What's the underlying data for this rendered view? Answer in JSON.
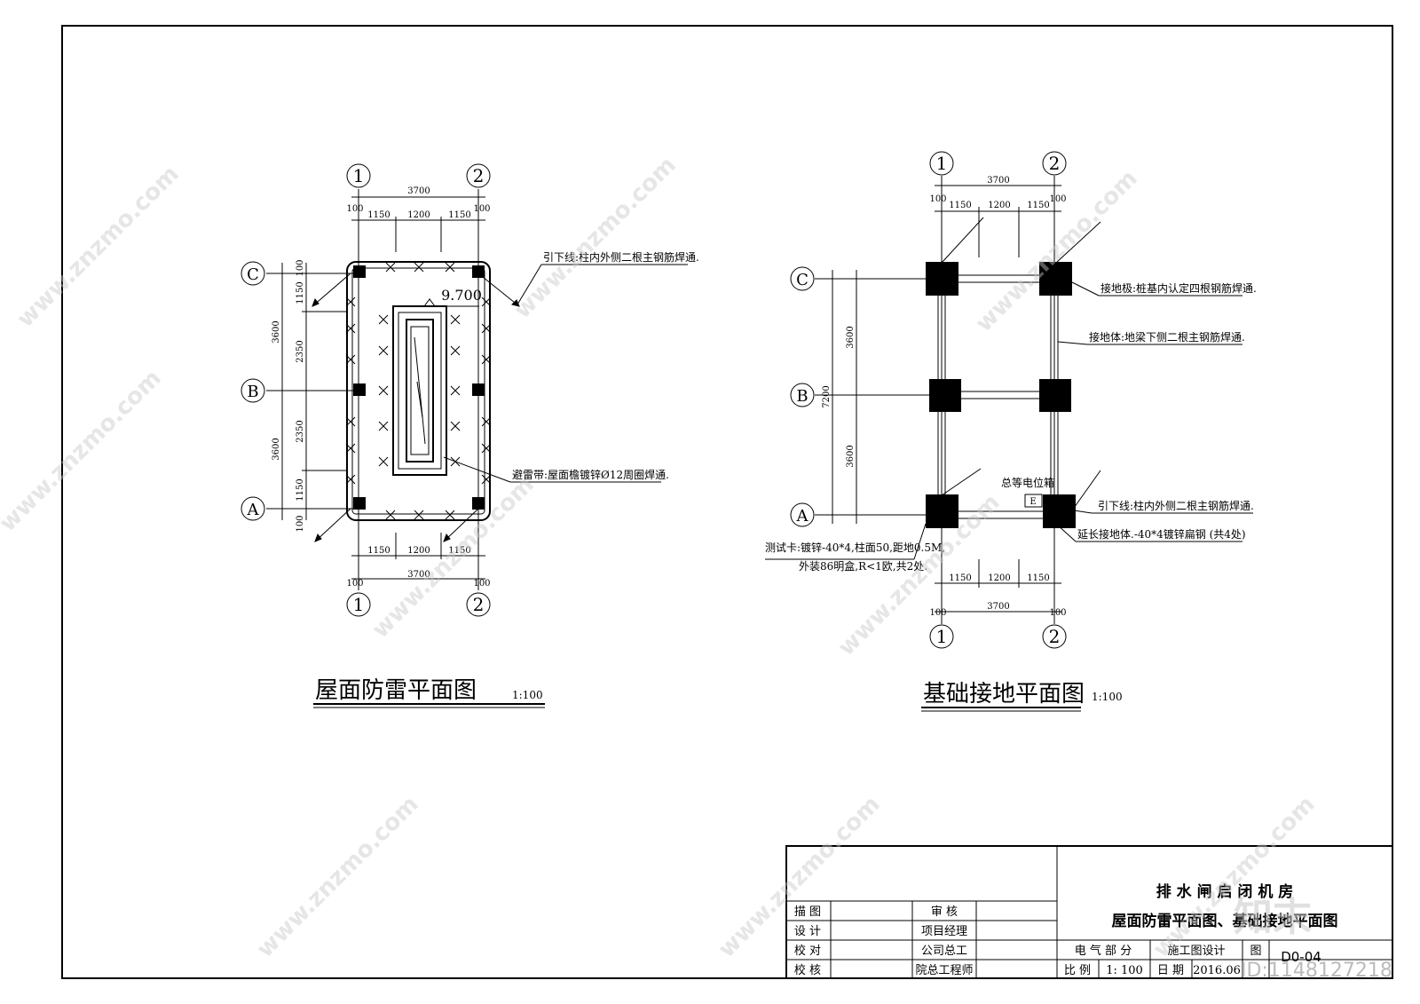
{
  "roof_plan": {
    "title": "屋面防雷平面图",
    "scale": "1:100",
    "axis_top": [
      "1",
      "2"
    ],
    "axis_left": [
      "C",
      "B",
      "A"
    ],
    "dim_total": "3700",
    "dim_segments": [
      "1150",
      "1200",
      "1150"
    ],
    "dim_edge": "100",
    "dim_side_outer": [
      "3600",
      "3600"
    ],
    "dim_side_inner": [
      "1150",
      "2350",
      "2350",
      "1150"
    ],
    "dim_side_edge": "100",
    "elevation": "9.700",
    "note_down": "引下线:柱内外侧二根主钢筋焊通.",
    "note_belt": "避雷带:屋面檐镀锌Ø12周圈焊通."
  },
  "ground_plan": {
    "title": "基础接地平面图",
    "scale": "1:100",
    "axis_top": [
      "1",
      "2"
    ],
    "axis_left": [
      "C",
      "B",
      "A"
    ],
    "dim_total": "3700",
    "dim_segments": [
      "1150",
      "1200",
      "1150"
    ],
    "dim_edge": "100",
    "dim_side": [
      "3600",
      "3600"
    ],
    "dim_side_total": "7200",
    "meb_label": "总等电位箱",
    "meb_symbol": "E",
    "note_plate": "接地极:桩基内认定四根钢筋焊通.",
    "note_body": "接地体:地梁下侧二根主钢筋焊通.",
    "note_down": "引下线:柱内外侧二根主钢筋焊通.",
    "note_ext": "延长接地体.-40*4镀锌扁钢 (共4处)",
    "note_test_1": "测试卡:镀锌-40*4,柱面50,距地0.5M,",
    "note_test_2": "外装86明盒,R<1欧,共2处."
  },
  "title_block": {
    "project": "排 水 闸 启 闭 机 房",
    "drawing": "屋面防雷平面图、基础接地平面图",
    "roles_left": [
      "描 图",
      "设 计",
      "校 对",
      "校 核"
    ],
    "roles_right": [
      "审 核",
      "项目经理",
      "公司总工",
      "院总工程师"
    ],
    "discipline": "电 气 部 分",
    "stage": "施工图设计",
    "tu_label": "图",
    "sheet_no": "D0-04",
    "scale_label": "比 例",
    "scale_value": "1: 100",
    "date_label": "日 期",
    "date_value": "2016.06"
  },
  "watermark": {
    "site": "www.znzmo.com",
    "brand": "知末网",
    "logo": "知末",
    "id": "ID:1148127218"
  }
}
